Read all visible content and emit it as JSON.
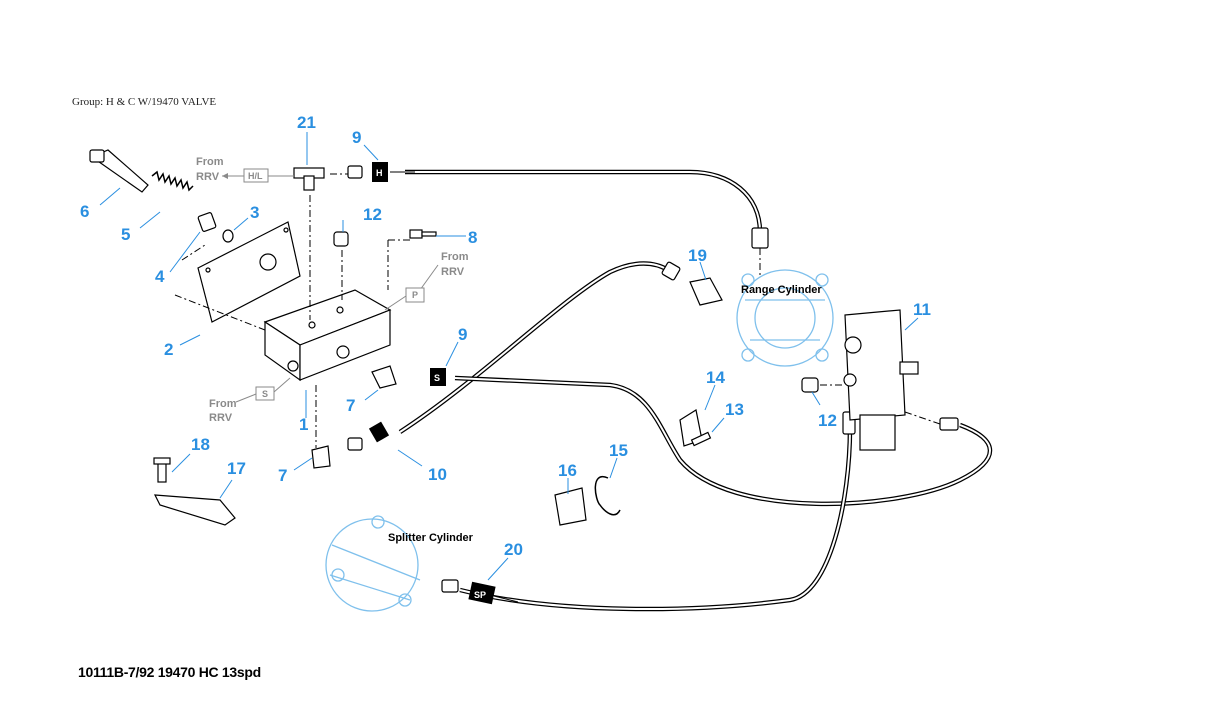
{
  "header": {
    "group": "Group: H & C W/19470 VALVE"
  },
  "footer": {
    "code": "10111B-7/92 19470 HC 13spd"
  },
  "labels": {
    "from": "From",
    "rrv": "RRV",
    "hl": "H/L",
    "p": "P",
    "s": "S",
    "range_cylinder": "Range Cylinder",
    "splitter_cylinder": "Splitter Cylinder",
    "tag_h": "H",
    "tag_s": "S",
    "tag_sp": "SP"
  },
  "callouts": [
    "21",
    "9",
    "6",
    "5",
    "3",
    "4",
    "12",
    "8",
    "2",
    "19",
    "11",
    "9",
    "7",
    "1",
    "14",
    "13",
    "12",
    "18",
    "17",
    "7",
    "10",
    "16",
    "15",
    "20"
  ],
  "colors": {
    "callout": "#2a8fe0",
    "ghost": "#7fc0ec",
    "note": "#8a8a8a"
  }
}
